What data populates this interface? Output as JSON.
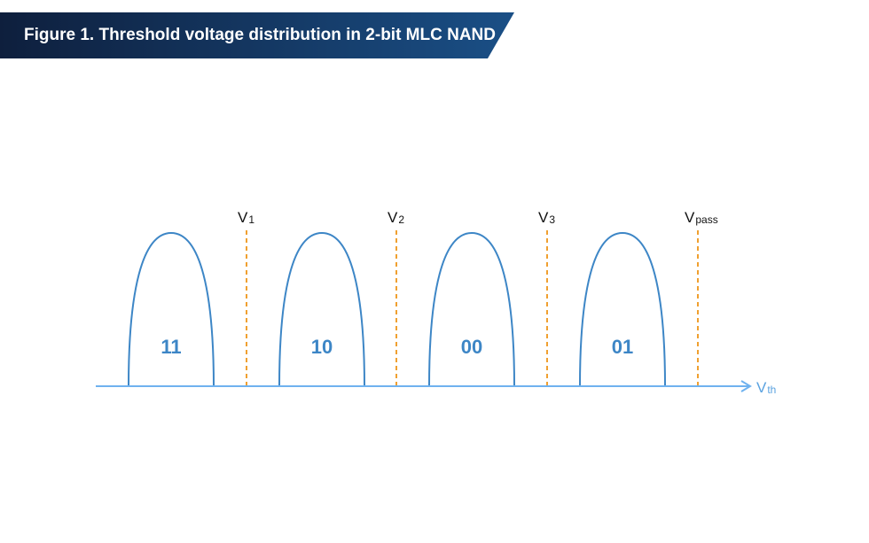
{
  "figure": {
    "title": "Figure 1. Threshold voltage distribution in 2-bit MLC NAND"
  },
  "colors": {
    "banner_dark": "#0e1f3d",
    "banner_light": "#1a4f86",
    "curve": "#3d86c6",
    "axis": "#6fb2ef",
    "threshold": "#f0a030",
    "state_text": "#3d86c6"
  },
  "diagram": {
    "states": [
      {
        "bits": "11"
      },
      {
        "bits": "10"
      },
      {
        "bits": "00"
      },
      {
        "bits": "01"
      }
    ],
    "thresholds": [
      {
        "name": "V",
        "sub": "1"
      },
      {
        "name": "V",
        "sub": "2"
      },
      {
        "name": "V",
        "sub": "3"
      },
      {
        "name": "V",
        "sub": "pass"
      }
    ],
    "axis": {
      "name": "V",
      "sub": "th"
    }
  }
}
